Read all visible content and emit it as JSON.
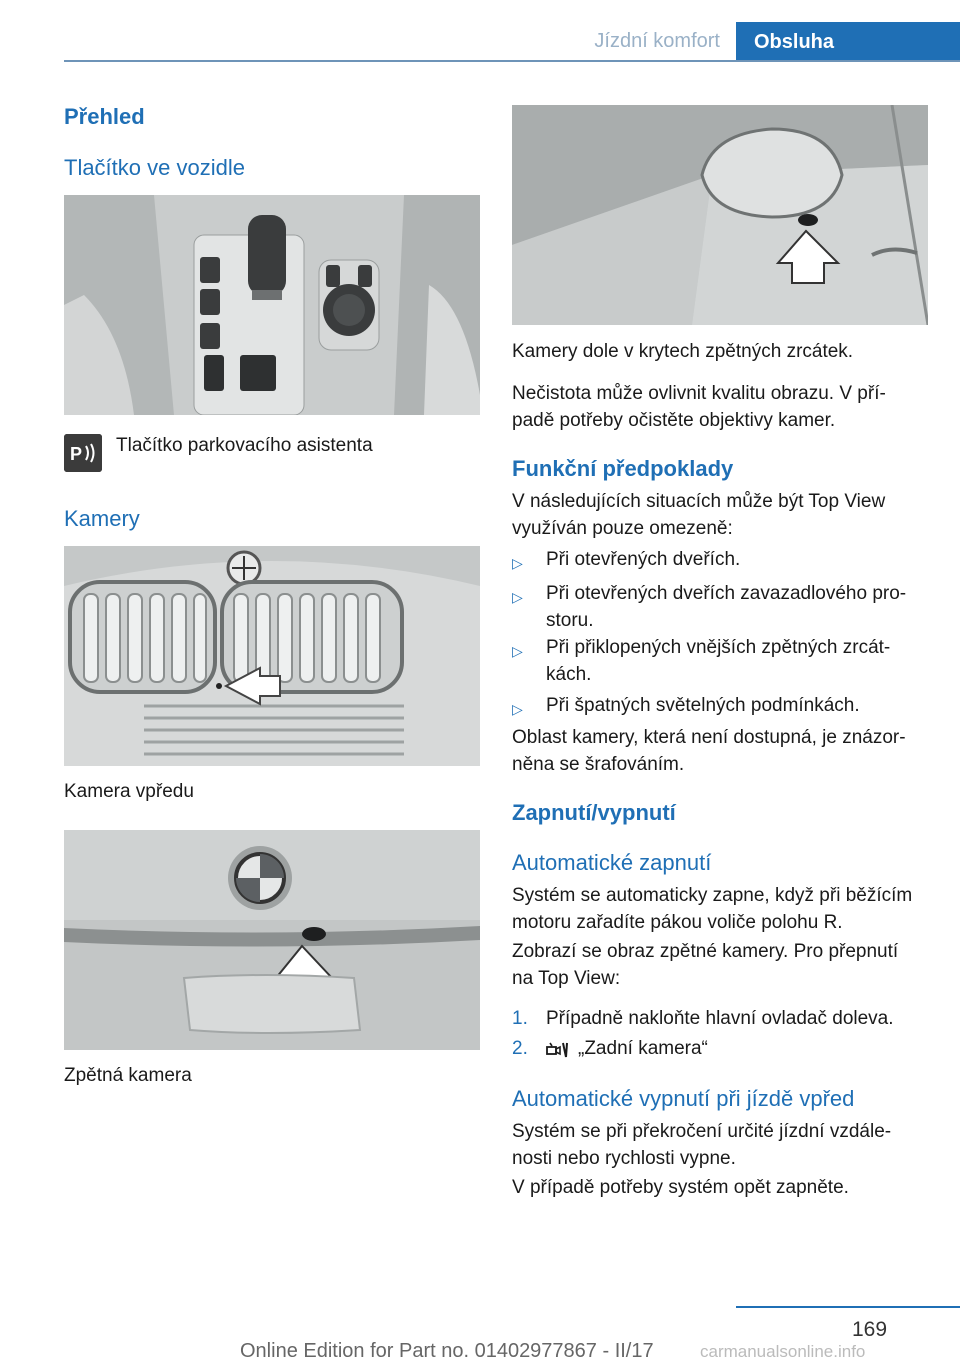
{
  "header": {
    "section": "Jízdní komfort",
    "chapter": "Obsluha"
  },
  "left": {
    "heading_prehled": "Přehled",
    "heading_tlacitko": "Tlačítko ve vozidle",
    "button_caption": "Tlačítko parkovacího asistenta",
    "heading_kamery": "Kamery",
    "caption_front": "Kamera vpředu",
    "caption_rear": "Zpětná kamera"
  },
  "right": {
    "caption_mirror": "Kamery dole v krytech zpětných zrcátek.",
    "para_dirt_1": "Nečistota může ovlivnit kvalitu obrazu. V pří-",
    "para_dirt_2": "padě potřeby očistěte objektivy kamer.",
    "heading_conditions": "Funkční předpoklady",
    "cond_intro_1": "V následujících situacích může být Top View",
    "cond_intro_2": "využíván pouze omezeně:",
    "bullets": [
      {
        "l1": "Při otevřených dveřích.",
        "l2": ""
      },
      {
        "l1": "Při otevřených dveřích zavazadlového pro-",
        "l2": "storu."
      },
      {
        "l1": "Při přiklopených vnějších zpětných zrcát-",
        "l2": "kách."
      },
      {
        "l1": "Při špatných světelných podmínkách.",
        "l2": ""
      }
    ],
    "bullet_marker": "▷",
    "area_1": "Oblast kamery, která není dostupná, je znázor-",
    "area_2": "něna se šrafováním.",
    "heading_onoff": "Zapnutí/vypnutí",
    "heading_auto_on": "Automatické zapnutí",
    "auto_on_1": "Systém se automaticky zapne, když při běžícím",
    "auto_on_2": "motoru zařadíte pákou voliče polohu R.",
    "display_1": "Zobrazí se obraz zpětné kamery. Pro přepnutí",
    "display_2": "na Top View:",
    "steps": [
      {
        "n": "1.",
        "text": "Případně nakloňte hlavní ovladač doleva."
      },
      {
        "n": "2.",
        "text": "„Zadní kamera“"
      }
    ],
    "heading_auto_off": "Automatické vypnutí při jízdě vpřed",
    "auto_off_1": "Systém se při překročení určité jízdní vzdále-",
    "auto_off_2": "nosti nebo rychlosti vypne.",
    "auto_off_3": "V případě potřeby systém opět zapněte."
  },
  "footer": {
    "page": "169",
    "edition": "Online Edition for Part no. 01402977867 - II/17",
    "watermark": "carmanualsonline.info"
  }
}
